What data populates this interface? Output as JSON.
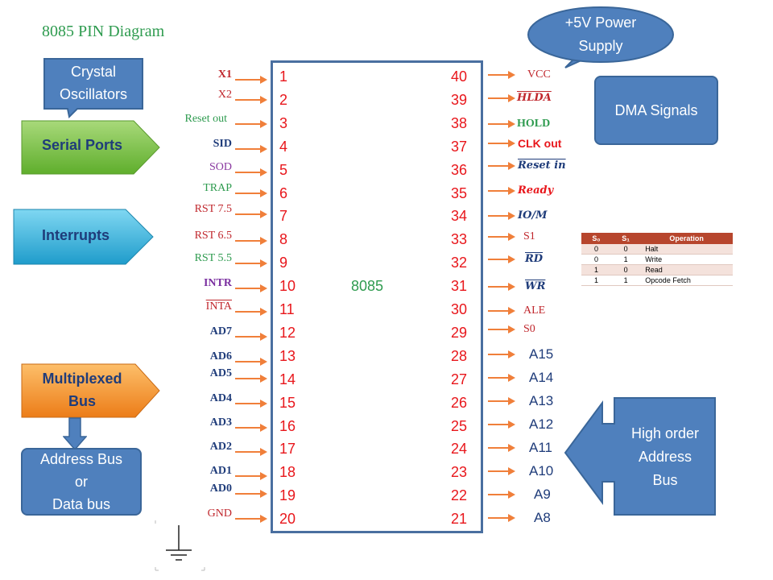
{
  "title": "8085 PIN  Diagram",
  "chip_name": "8085",
  "callouts": {
    "crystal": "Crystal\nOscillators",
    "power": "+5V Power\nSupply",
    "dma": "DMA Signals",
    "serial": "Serial Ports",
    "interrupts": "Interrupts",
    "multiplexed": "Multiplexed\nBus",
    "address_data": "Address Bus\nor\nData bus",
    "high_order": "High order\nAddress\nBus"
  },
  "left_pins": [
    {
      "num": "1",
      "label": "X1",
      "color": "#c0272d"
    },
    {
      "num": "2",
      "label": "X2",
      "color": "#c0272d"
    },
    {
      "num": "3",
      "label": "Reset out",
      "color": "#2e9b4f"
    },
    {
      "num": "4",
      "label": "SID",
      "color": "#1f3c7a"
    },
    {
      "num": "5",
      "label": "SOD",
      "color": "#8a3aa0"
    },
    {
      "num": "6",
      "label": "TRAP",
      "color": "#2e9b4f"
    },
    {
      "num": "7",
      "label": "RST 7.5",
      "color": "#c0272d"
    },
    {
      "num": "8",
      "label": "RST 6.5",
      "color": "#c0272d"
    },
    {
      "num": "9",
      "label": "RST 5.5",
      "color": "#2e9b4f"
    },
    {
      "num": "10",
      "label": "INTR",
      "color": "#7a2fa0"
    },
    {
      "num": "11",
      "label": "INTA",
      "color": "#c0272d"
    },
    {
      "num": "12",
      "label": "AD7",
      "color": "#1f3c7a"
    },
    {
      "num": "13",
      "label": "AD6",
      "color": "#1f3c7a"
    },
    {
      "num": "14",
      "label": "AD5",
      "color": "#1f3c7a"
    },
    {
      "num": "15",
      "label": "AD4",
      "color": "#1f3c7a"
    },
    {
      "num": "16",
      "label": "AD3",
      "color": "#1f3c7a"
    },
    {
      "num": "17",
      "label": "AD2",
      "color": "#1f3c7a"
    },
    {
      "num": "18",
      "label": "AD1",
      "color": "#1f3c7a"
    },
    {
      "num": "19",
      "label": "AD0",
      "color": "#1f3c7a"
    },
    {
      "num": "20",
      "label": "GND",
      "color": "#c0272d"
    }
  ],
  "right_pins": [
    {
      "num": "40",
      "label": "VCC",
      "color": "#c0272d"
    },
    {
      "num": "39",
      "label": "HLDA",
      "color": "#c0272d"
    },
    {
      "num": "38",
      "label": "HOLD",
      "color": "#2e9b4f"
    },
    {
      "num": "37",
      "label": "CLK out",
      "color": "#e8161b"
    },
    {
      "num": "36",
      "label": "Reset in",
      "color": "#1f3c7a"
    },
    {
      "num": "35",
      "label": "Ready",
      "color": "#e8161b"
    },
    {
      "num": "34",
      "label": "IO/M",
      "color": "#1f3c7a"
    },
    {
      "num": "33",
      "label": "S1",
      "color": "#c0272d"
    },
    {
      "num": "32",
      "label": "RD",
      "color": "#1f3c7a"
    },
    {
      "num": "31",
      "label": "WR",
      "color": "#1f3c7a"
    },
    {
      "num": "30",
      "label": "ALE",
      "color": "#c0272d"
    },
    {
      "num": "29",
      "label": "S0",
      "color": "#c0272d"
    },
    {
      "num": "28",
      "label": "A15",
      "color": "#1f3c7a"
    },
    {
      "num": "27",
      "label": "A14",
      "color": "#1f3c7a"
    },
    {
      "num": "26",
      "label": "A13",
      "color": "#1f3c7a"
    },
    {
      "num": "25",
      "label": "A12",
      "color": "#1f3c7a"
    },
    {
      "num": "24",
      "label": "A11",
      "color": "#1f3c7a"
    },
    {
      "num": "23",
      "label": "A10",
      "color": "#1f3c7a"
    },
    {
      "num": "22",
      "label": "A9",
      "color": "#1f3c7a"
    },
    {
      "num": "21",
      "label": "A8",
      "color": "#1f3c7a"
    }
  ],
  "status_table": {
    "headers": [
      "S₀",
      "S₁",
      "Operation"
    ],
    "rows": [
      [
        "0",
        "0",
        "Halt"
      ],
      [
        "0",
        "1",
        "Write"
      ],
      [
        "1",
        "0",
        "Read"
      ],
      [
        "1",
        "1",
        "Opcode Fetch"
      ]
    ]
  },
  "colors": {
    "arrow": "#f07f3a",
    "pin_number": "#e8161b",
    "chip_border": "#4a6fa0",
    "callout_blue": "#4f80bd",
    "serial_green": "#7dc142",
    "interrupts_cyan": "#3ab4dc",
    "multiplexed_orange": "#f59a2b"
  }
}
